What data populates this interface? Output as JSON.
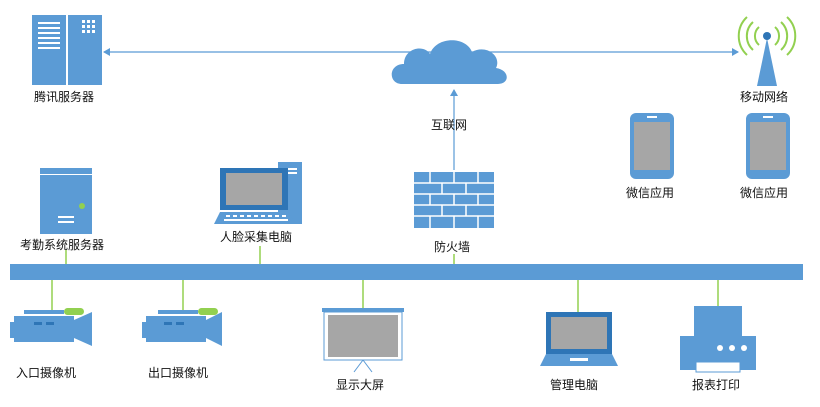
{
  "colors": {
    "device_blue": "#5b9bd5",
    "device_dark": "#2e75b6",
    "screen_gray": "#a6a6a6",
    "line_green": "#92d050",
    "arrow_blue": "#5b9bd5",
    "bus_blue": "#5b9bd5"
  },
  "nodes": {
    "tencent_server": {
      "label": "腾讯服务器",
      "icon": "server-rack-icon"
    },
    "internet": {
      "label": "互联网",
      "icon": "cloud-icon"
    },
    "mobile_network": {
      "label": "移动网络",
      "icon": "antenna-icon"
    },
    "wechat_app_1": {
      "label": "微信应用",
      "icon": "smartphone-icon"
    },
    "wechat_app_2": {
      "label": "微信应用",
      "icon": "smartphone-icon"
    },
    "attendance_server": {
      "label": "考勤系统服务器",
      "icon": "tower-server-icon"
    },
    "face_pc": {
      "label": "人脸采集电脑",
      "icon": "desktop-computer-icon"
    },
    "firewall": {
      "label": "防火墙",
      "icon": "firewall-icon"
    },
    "entry_camera": {
      "label": "入口摄像机",
      "icon": "camera-icon"
    },
    "exit_camera": {
      "label": "出口摄像机",
      "icon": "camera-icon"
    },
    "display_screen": {
      "label": "显示大屏",
      "icon": "projection-screen-icon"
    },
    "admin_pc": {
      "label": "管理电脑",
      "icon": "laptop-icon"
    },
    "report_printer": {
      "label": "报表打印",
      "icon": "printer-icon"
    }
  }
}
